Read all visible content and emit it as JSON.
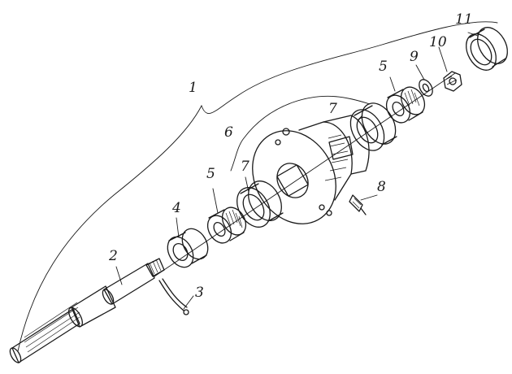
{
  "labels": {
    "assembly": "1",
    "axle": "2",
    "pin": "3",
    "washer_inner": "4",
    "bearing_inner": "5",
    "hub": "6",
    "race_inner": "7",
    "race_outer": "7",
    "bolt": "8",
    "washer_outer": "9",
    "nut": "10",
    "cap": "11",
    "bearing_outer": "5"
  },
  "colors": {
    "ink": "#1a1a1a",
    "paper": "#ffffff"
  }
}
